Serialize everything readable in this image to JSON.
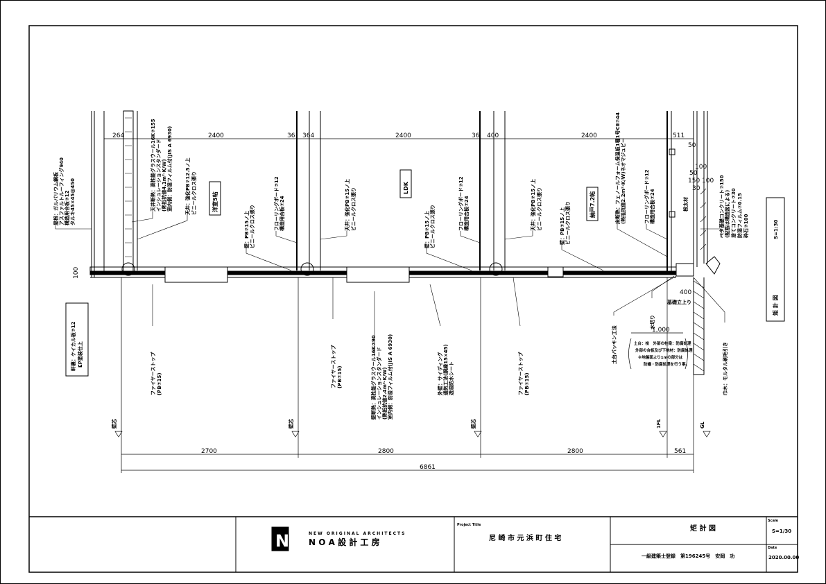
{
  "dimensions": {
    "top": [
      "264",
      "2400",
      "36",
      "364",
      "2400",
      "36",
      "400",
      "2400",
      "511"
    ],
    "bottom": [
      "2700",
      "2800",
      "2800",
      "561"
    ],
    "total": "6861",
    "floor_height": "100",
    "foundation_rise": "400",
    "water_cut": "1,000",
    "small": [
      "50",
      "100",
      "50",
      "150",
      "100",
      "30"
    ]
  },
  "rooms": [
    "洋室5帖",
    "LDK",
    "納戸7.2帖"
  ],
  "grid_marks": [
    "壁芯",
    "壁芯",
    "壁芯",
    "1FL",
    "GL"
  ],
  "annotations": {
    "roof": [
      "屋根：ガルバリウム鋼板",
      "アスファルトルーフィング940",
      "構造用合板⑦12",
      "タルキ45×45@450"
    ],
    "ceiling_insulation": [
      "天井断熱：高性能グラスウール16K⑦155",
      "インシュレーションスタンダード",
      "(熱抵抗値4.1m²·K/W)",
      "室内側：防湿フィルム付(JIS A 6930)"
    ],
    "ceiling1": [
      "天井：強化PB⑦12.5ノ上",
      "ビニールクロス張り"
    ],
    "wall1": [
      "壁：PB⑦15ノ上",
      "ビニールクロス張り"
    ],
    "floor1": [
      "フローリングボード⑦12",
      "構造用合板⑦24"
    ],
    "ceiling2": [
      "天井：強化PB⑦15ノ上",
      "ビニールクロス張り"
    ],
    "wall2": [
      "壁：PB⑦15ノ上",
      "ビニールクロス張り"
    ],
    "floor2": [
      "フローリングボード⑦12",
      "構造用合板⑦24"
    ],
    "ceiling3": [
      "天井：強化PB⑦15ノ上",
      "ビニールクロス張り"
    ],
    "wall3": [
      "壁：PB⑦15ノ上",
      "ビニールクロス張り"
    ],
    "floor_insulation": [
      "床断熱：フェノールフォーム保温板1種1号CⅡ⑦44",
      "(熱抵抗値2.2m²·K/W)ネオマジュピー"
    ],
    "floor3": [
      "フローリングボード⑦12",
      "構造用合板⑦24"
    ],
    "joist": [
      "根太材"
    ],
    "foundation": [
      "ベタ基礎コンクリート⑦150",
      "(配筋は構造図による)",
      "捨てコンクリート⑦30",
      "防湿フィルム⑦0.15",
      "砕石⑦100"
    ],
    "firestop1": [
      "ファイヤーストップ",
      "(PB⑦15)"
    ],
    "firestop2": [
      "ファイヤーストップ",
      "(PB⑦15)"
    ],
    "wall_insulation": [
      "壁断熱：高性能グラスウール16K⑦90",
      "インシュレーションスタンダード",
      "(熱抵抗値2.4m²·K/W)",
      "室内側：防湿フィルム付(JIS A 6930)"
    ],
    "exterior_wall": [
      "外壁：サイディング",
      "通気工法(胴縁15×45)",
      "透湿防水シート"
    ],
    "firestop3": [
      "ファイヤーストップ",
      "(PB⑦15)"
    ],
    "sill": [
      "土台パッキン工法"
    ],
    "drip": [
      "水切り"
    ],
    "foundation_rise_label": "基礎立上り",
    "skirting": [
      "巾木：モルタル刷毛引き"
    ],
    "note": [
      "土台：桧　外部の柱梁：防腐処理",
      "外部の合板及び下地材：防腐処理",
      "※地盤面より1mの部分は",
      "防蟻・防腐処理を行う事。"
    ],
    "eave_box": [
      "軒裏：ケイカル板⑦12",
      "EP塗装仕上"
    ]
  },
  "scale_box": {
    "title": "矩 計 図",
    "scale": "S=1:30"
  },
  "title_block": {
    "firm_en": "NEW ORIGINAL ARCHITECTS",
    "firm": "N O A 設 計 工 房",
    "logo_letter": "N",
    "project_label": "Project Title",
    "project": "尼 崎 市 元 浜 町 住 宅",
    "drawing": "矩 計 図",
    "architect": "一級建築士登録　第196245号　安岡　功",
    "scale_label": "Scale",
    "scale": "S=1/30",
    "date_label": "Date",
    "date": "2020.00.00"
  }
}
